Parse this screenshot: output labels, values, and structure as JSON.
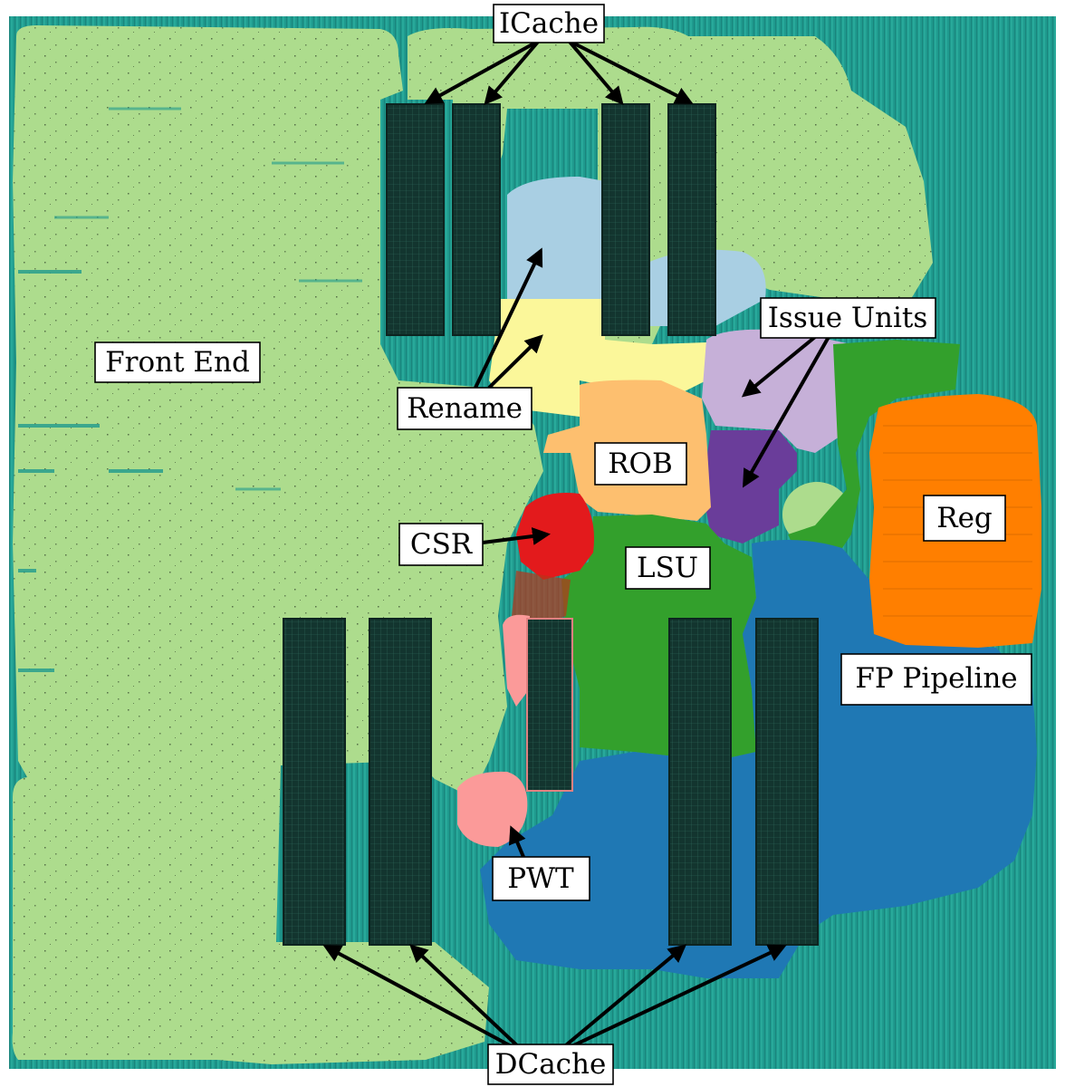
{
  "labels": {
    "icache": "ICache",
    "front_end": "Front End",
    "rename": "Rename",
    "issue_units": "Issue Units",
    "rob": "ROB",
    "csr": "CSR",
    "lsu": "LSU",
    "reg": "Reg",
    "fp_pipeline": "FP Pipeline",
    "pwt": "PWT",
    "dcache": "DCache"
  },
  "colors": {
    "background_teal": "#1f9a8e",
    "front_end": "#addc8d",
    "icache_sram": "#13352f",
    "rename_blue": "#a9cfe3",
    "rename_yellow": "#fbf79a",
    "issue_light_purple": "#c6b0d8",
    "issue_dark_purple": "#6a3d9a",
    "rob": "#fdbf6f",
    "csr": "#e31a1c",
    "lsu": "#33a02c",
    "reg": "#ff7f00",
    "fp_pipeline": "#1f78b4",
    "pwt": "#fb9a99",
    "dcache_sram": "#13352f"
  }
}
